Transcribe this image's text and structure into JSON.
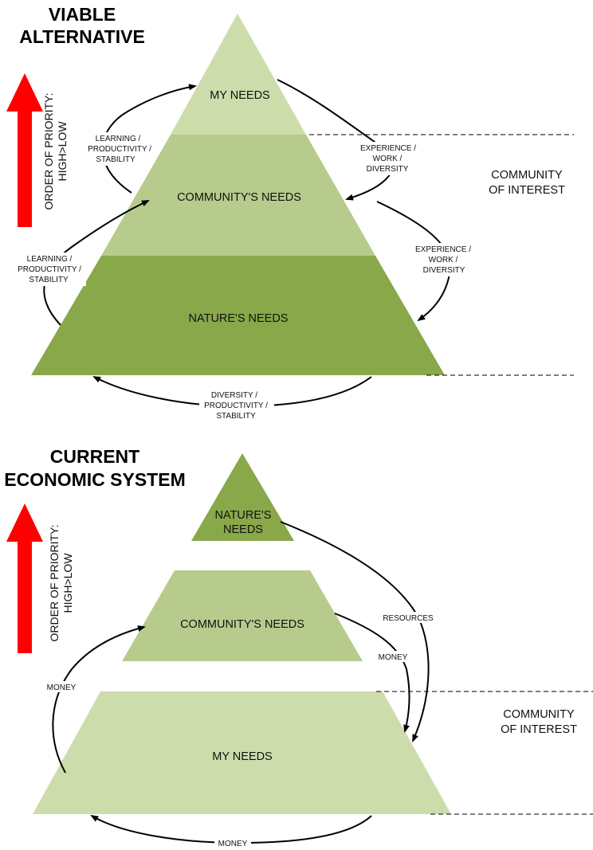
{
  "colors": {
    "tier_light": "#cddcab",
    "tier_mid": "#b7cc8c",
    "tier_dark": "#88a84a",
    "arrow_red": "#ff0000"
  },
  "viable": {
    "title_line1": "VIABLE",
    "title_line2": "ALTERNATIVE",
    "priority_line1": "ORDER OF PRIORITY:",
    "priority_line2": "HIGH>LOW",
    "tier_top": "MY NEEDS",
    "tier_middle": "COMMUNITY'S NEEDS",
    "tier_bottom": "NATURE'S NEEDS",
    "community_line1": "COMMUNITY",
    "community_line2": "OF INTEREST",
    "left_upper": [
      "LEARNING /",
      "PRODUCTIVITY /",
      "STABILITY"
    ],
    "left_lower": [
      "LEARNING /",
      "PRODUCTIVITY /",
      "STABILITY"
    ],
    "right_upper": [
      "EXPERIENCE /",
      "WORK /",
      "DIVERSITY"
    ],
    "right_lower": [
      "EXPERIENCE /",
      "WORK /",
      "DIVERSITY"
    ],
    "bottom": [
      "DIVERSITY /",
      "PRODUCTIVITY /",
      "STABILITY"
    ]
  },
  "current": {
    "title_line1": "CURRENT",
    "title_line2": "ECONOMIC SYSTEM",
    "priority_line1": "ORDER OF PRIORITY:",
    "priority_line2": "HIGH>LOW",
    "tier_top_line1": "NATURE'S",
    "tier_top_line2": "NEEDS",
    "tier_middle": "COMMUNITY'S NEEDS",
    "tier_bottom": "MY NEEDS",
    "community_line1": "COMMUNITY",
    "community_line2": "OF INTEREST",
    "resources": "RESOURCES",
    "money_right": "MONEY",
    "money_left": "MONEY",
    "money_bottom": "MONEY"
  }
}
